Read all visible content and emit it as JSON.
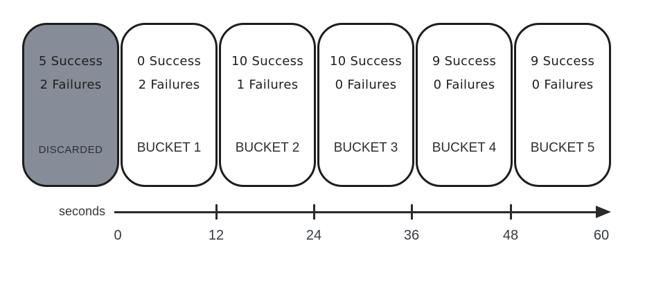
{
  "cards": [
    {
      "line1": "5 Success",
      "line2": "2 Failures",
      "label": "DISCARDED",
      "discarded": true
    },
    {
      "line1": "0 Success",
      "line2": "2 Failures",
      "label": "BUCKET 1",
      "discarded": false
    },
    {
      "line1": "10 Success",
      "line2": "1 Failures",
      "label": "BUCKET 2",
      "discarded": false
    },
    {
      "line1": "10 Success",
      "line2": "0 Failures",
      "label": "BUCKET 3",
      "discarded": false
    },
    {
      "line1": "9 Success",
      "line2": "0 Failures",
      "label": "BUCKET 4",
      "discarded": false
    },
    {
      "line1": "9 Success",
      "line2": "0 Failures",
      "label": "BUCKET 5",
      "discarded": false
    }
  ],
  "axis": {
    "label": "seconds",
    "ticks": [
      "0",
      "12",
      "24",
      "36",
      "48",
      "60"
    ]
  },
  "colors": {
    "discarded_fill": "#868d99",
    "card_stroke": "#1d1d1d",
    "axis_stroke": "#2a2a2a"
  }
}
